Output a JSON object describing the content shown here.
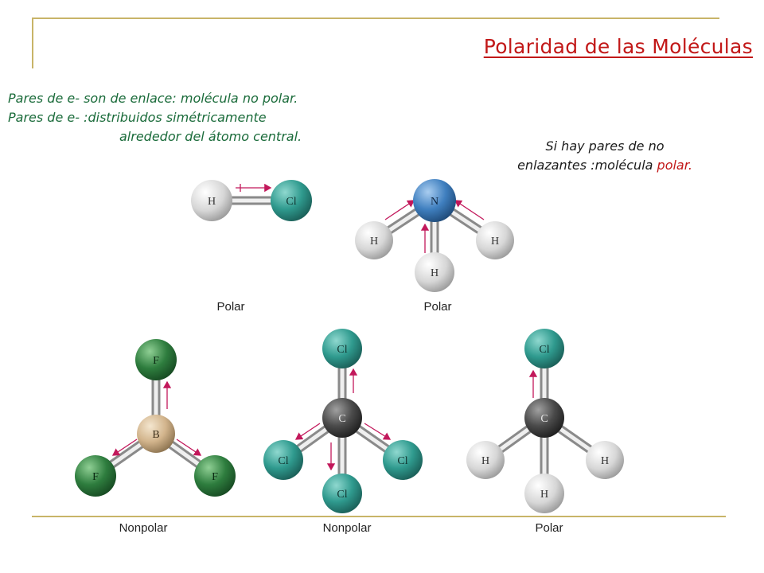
{
  "title": "Polaridad de las Moléculas",
  "left_text": {
    "line1": "Pares de e- son de enlace: molécula no polar.",
    "line2": "Pares de e- :distribuidos simétricamente",
    "line3": "alrededor del átomo central."
  },
  "right_text": {
    "line1": "Si hay pares de no",
    "line2_prefix": "enlazantes :molécula ",
    "line2_accent": "polar."
  },
  "molecules": {
    "hcl": {
      "label": "Polar",
      "atoms": {
        "h": "H",
        "cl": "Cl"
      }
    },
    "nh3": {
      "label": "Polar",
      "atoms": {
        "n": "N",
        "h1": "H",
        "h2": "H",
        "h3": "H"
      }
    },
    "bf3": {
      "label": "Nonpolar",
      "atoms": {
        "b": "B",
        "f1": "F",
        "f2": "F",
        "f3": "F"
      }
    },
    "ccl4": {
      "label": "Nonpolar",
      "atoms": {
        "c": "C",
        "cl1": "Cl",
        "cl2": "Cl",
        "cl3": "Cl",
        "cl4": "Cl"
      }
    },
    "chcl3": {
      "label": "Polar",
      "atoms": {
        "c": "C",
        "cl": "Cl",
        "h1": "H",
        "h2": "H",
        "h3": "H"
      }
    }
  },
  "colors": {
    "title": "#c21818",
    "frame": "#c8b468",
    "green_text": "#1a6b3a",
    "arrow": "#c2185b",
    "hydrogen": "#dcdcdc",
    "chlorine": "#2f9a8e",
    "nitrogen": "#3f7fbf",
    "fluorine": "#2e7d3e",
    "boron": "#d2b48c",
    "carbon": "#4a4a4a"
  }
}
